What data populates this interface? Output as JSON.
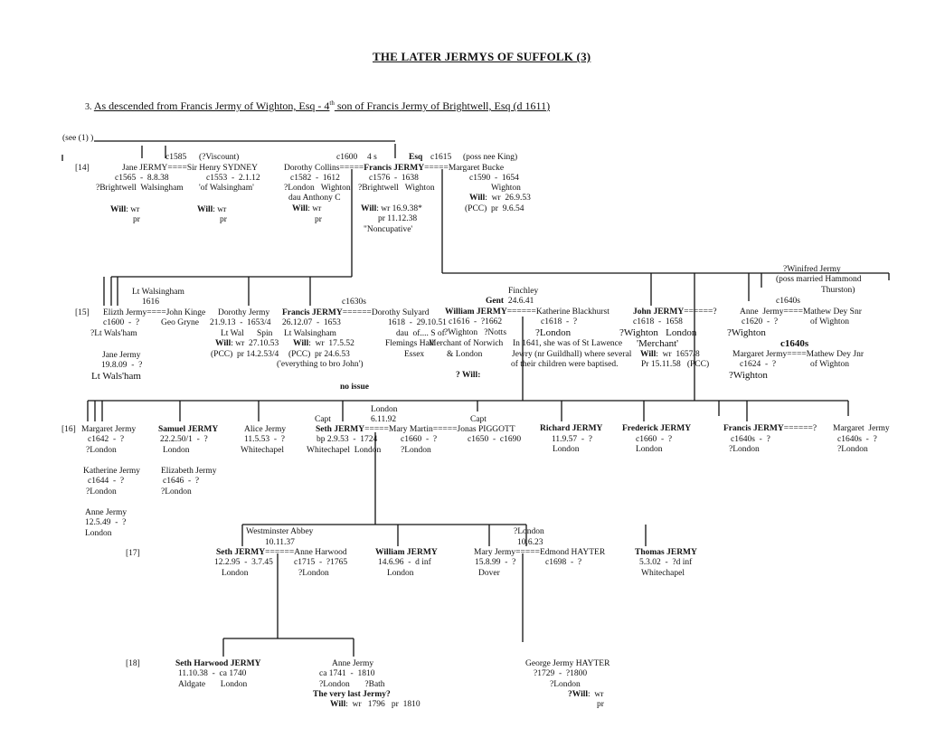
{
  "title": "THE LATER JERMYS OF SUFFOLK (3)",
  "subtitle": {
    "number": "3.",
    "text_a": "As descended from Francis Jermy of Wighton, Esq - 4",
    "sup": "th",
    "text_b": " son of Francis Jermy of Brightwell, Esq (d 1611)"
  },
  "see_ref": "(see (1) )",
  "gens": [
    "[14]",
    "[15]",
    "[16]",
    "[17]",
    "[18]"
  ],
  "g14": {
    "c1585": "c1585",
    "viscount": "(?Viscount)",
    "jane_line": "Jane JERMY====Sir Henry SYDNEY",
    "jane_dates": "c1565  -  8.8.38",
    "jane_place": "?Brightwell  Walsingham",
    "sydney_dates": "c1553  -  2.1.12",
    "sydney_place": "'of Walsingham'",
    "will1": "Will",
    "wr1": ": wr",
    "pr1": "pr",
    "will2": "Will",
    "wr2": ": wr",
    "pr2": "pr",
    "c1600": "c1600",
    "four_s": "4 s",
    "esq": "Esq",
    "c1615": "c1615",
    "poss_king": "(poss nee King)",
    "dorothy_collins": "Dorothy Collins=",
    "eq_dorothy": "====",
    "francis_name": "Francis JERMY",
    "eq_francis": "=====",
    "margaret_bucke": "Margaret Bucke",
    "dc_dates": "c1582  -  1612",
    "dc_place": "?London   Wighton",
    "dc_dau": "dau Anthony C",
    "will3": "Will",
    "wr3": ": wr",
    "pr3": "pr",
    "fj_dates": "c1576  -  1638",
    "fj_place": "?Brightwell   Wighton",
    "fj_will": "Will",
    "fj_wr": ": wr 16.9.38*",
    "fj_pr": "pr 11.12.38",
    "nuncupative": "\"Noncupative'",
    "mb_dates": "c1590  -  1654",
    "mb_place": "Wighton",
    "mb_will": "Will",
    "mb_wr": ":  wr  26.9.53",
    "mb_pr": "(PCC)  pr  9.6.54"
  },
  "g15": {
    "lt_wals": "Lt Walsingham",
    "y1616": "1616",
    "elizth": "Elizth Jermy====John Kinge",
    "elizth_dates": "c1600  -  ?",
    "elizth_place": "?Lt Wals'ham",
    "geo_gryne": "Geo Gryne",
    "jane2": "Jane Jermy",
    "jane2_dates": "19.8.09  -  ?",
    "jane2_place": "Lt Wals'ham",
    "dorothy_jermy": "Dorothy Jermy",
    "dj_dates": "21.9.13  -  1653/4",
    "dj_place": "Lt Wal      Spin",
    "dj_will": "Will",
    "dj_wr": ": wr  27.10.53",
    "dj_pr": "(PCC)  pr 14.2.53/4",
    "c1630s": "c1630s",
    "francis2": "Francis JERMY",
    "eq_f2": "======",
    "dorothy_sulyard": "Dorothy Sulyard",
    "f2_dates": "26.12.07  -  1653",
    "f2_place": "Lt Walsingham",
    "f2_will": "Will",
    "f2_wr": ":  wr  17.5.52",
    "f2_pr": "(PCC)  pr 24.6.53",
    "f2_note": "('everything to bro John')",
    "ds_dates": "1618  -  29.10.51",
    "ds_dau": "dau  of.... S of",
    "ds_place1": "Flemings Hall",
    "ds_place2": "Essex",
    "no_issue": "no issue",
    "finchley": "Finchley",
    "gent": "Gent",
    "gent_date": "24.6.41",
    "william": "William JERMY",
    "eq_w": "======",
    "katherine": "Katherine Blackhurst",
    "w_dates": "c1616  -  ?1662",
    "w_place": "?Wighton   ?Notts",
    "w_occ": "Merchant of Norwich",
    "w_place2": "& London",
    "w_will": "? Will",
    "w_will_colon": ":",
    "k_dates": "c1618  -  ?",
    "k_place": "?London",
    "k_note1": "In 1641, she was of St Lawence",
    "k_note2": "Jewry (nr Guildhall) where several",
    "k_note3": "of their children were baptised.",
    "john": "John JERMY",
    "eq_j": "======?",
    "j_dates": "c1618  -  1658",
    "j_place": "?Wighton   London",
    "j_occ": "'Merchant'",
    "j_will": "Will",
    "j_wr": ":  wr  1657/8",
    "j_pr": "Pr 15.11.58   (PCC)",
    "winifred": "?Winifred Jermy",
    "winifred_note1": "(poss married Hammond",
    "winifred_note2": "Thurston)",
    "c1640s_a": "c1640s",
    "anne": "Anne  Jermy====Mathew Dey Snr",
    "anne_dates": "c1620  -  ?",
    "anne_of": "of Wighton",
    "anne_place": "?Wighton",
    "c1640s_b": "c1640s",
    "margaret": "Margaret Jermy====Mathew Dey Jnr",
    "margaret_dates": "c1624  -  ?",
    "margaret_of": "of Wighton",
    "margaret_place": "?Wighton"
  },
  "g16": {
    "margaret": "Margaret Jermy",
    "margaret_dates": "c1642  -  ?",
    "margaret_place": "?London",
    "katherine": "Katherine Jermy",
    "katherine_dates": "c1644  -  ?",
    "katherine_place": "?London",
    "anne": "Anne Jermy",
    "anne_dates": "12.5.49  -  ?",
    "anne_place": "London",
    "samuel": "Samuel JERMY",
    "samuel_dates": "22.2.50/1  -  ?",
    "samuel_place": "London",
    "elizabeth": "Elizabeth Jermy",
    "elizabeth_dates": "c1646  -  ?",
    "elizabeth_place": "?London",
    "alice": "Alice Jermy",
    "alice_dates": "11.5.53  -  ?",
    "alice_place": "Whitechapel",
    "capt1": "Capt",
    "london": "London",
    "date_6_11_92": "6.11.92",
    "capt2": "Capt",
    "seth": "Seth JERMY",
    "eq_seth": "=====",
    "mary_martin": "Mary Martin",
    "eq_mm": "=====",
    "jonas": "Jonas PIGGOTT",
    "seth_dates": "bp 2.9.53  -  1724",
    "seth_place": "Whitechapel  London",
    "mm_dates": "c1660  -  ?",
    "mm_place": "?London",
    "jonas_dates": "c1650  -  c1690",
    "richard": "Richard JERMY",
    "richard_dates": "11.9.57  -  ?",
    "richard_place": "London",
    "frederick": "Frederick JERMY",
    "frederick_dates": "c1660  -  ?",
    "frederick_place": "London",
    "francis": "Francis JERMY",
    "eq_fr": "======?",
    "francis_dates": "c1640s  -  ?",
    "francis_place": "?London",
    "margaret2": "Margaret  Jermy",
    "margaret2_dates": "c1640s  -  ?",
    "margaret2_place": "?London"
  },
  "g17": {
    "westminster": "Westminster Abbey",
    "wa_date": "10.11.37",
    "seth": "Seth JERMY",
    "eq_seth": "======",
    "anne_harwood": "Anne Harwood",
    "seth_dates": "12.2.95  -  3.7.45",
    "seth_place": "London",
    "ah_dates": "c1715  -  ?1765",
    "ah_place": "?London",
    "william": "William JERMY",
    "william_dates": "14.6.96  -  d inf",
    "william_place": "London",
    "q_london": "?London",
    "date_10_6_23": "10.6.23",
    "mary": "Mary Jermy",
    "eq_mary": "=====",
    "edmond": "Edmond HAYTER",
    "mary_dates": "15.8.99  -  ?",
    "mary_place": "Dover",
    "edmond_dates": "c1698  -  ?",
    "thomas": "Thomas JERMY",
    "thomas_dates": "5.3.02  -  ?d inf",
    "thomas_place": "Whitechapel"
  },
  "g18": {
    "seth_harwood": "Seth Harwood JERMY",
    "sh_dates": "11.10.38  -  ca 1740",
    "sh_place": "Aldgate       London",
    "anne": "Anne Jermy",
    "anne_dates": "ca 1741  -  1810",
    "anne_place": "?London       ?Bath",
    "last": "The very last Jermy?",
    "anne_will": "Will",
    "anne_wr": ":  wr   1796   pr  1810",
    "george": "George Jermy HAYTER",
    "george_dates": "?1729  -  ?1800",
    "george_place": "?London",
    "george_will": "?Will",
    "george_wr": ":  wr",
    "george_pr": "pr"
  }
}
